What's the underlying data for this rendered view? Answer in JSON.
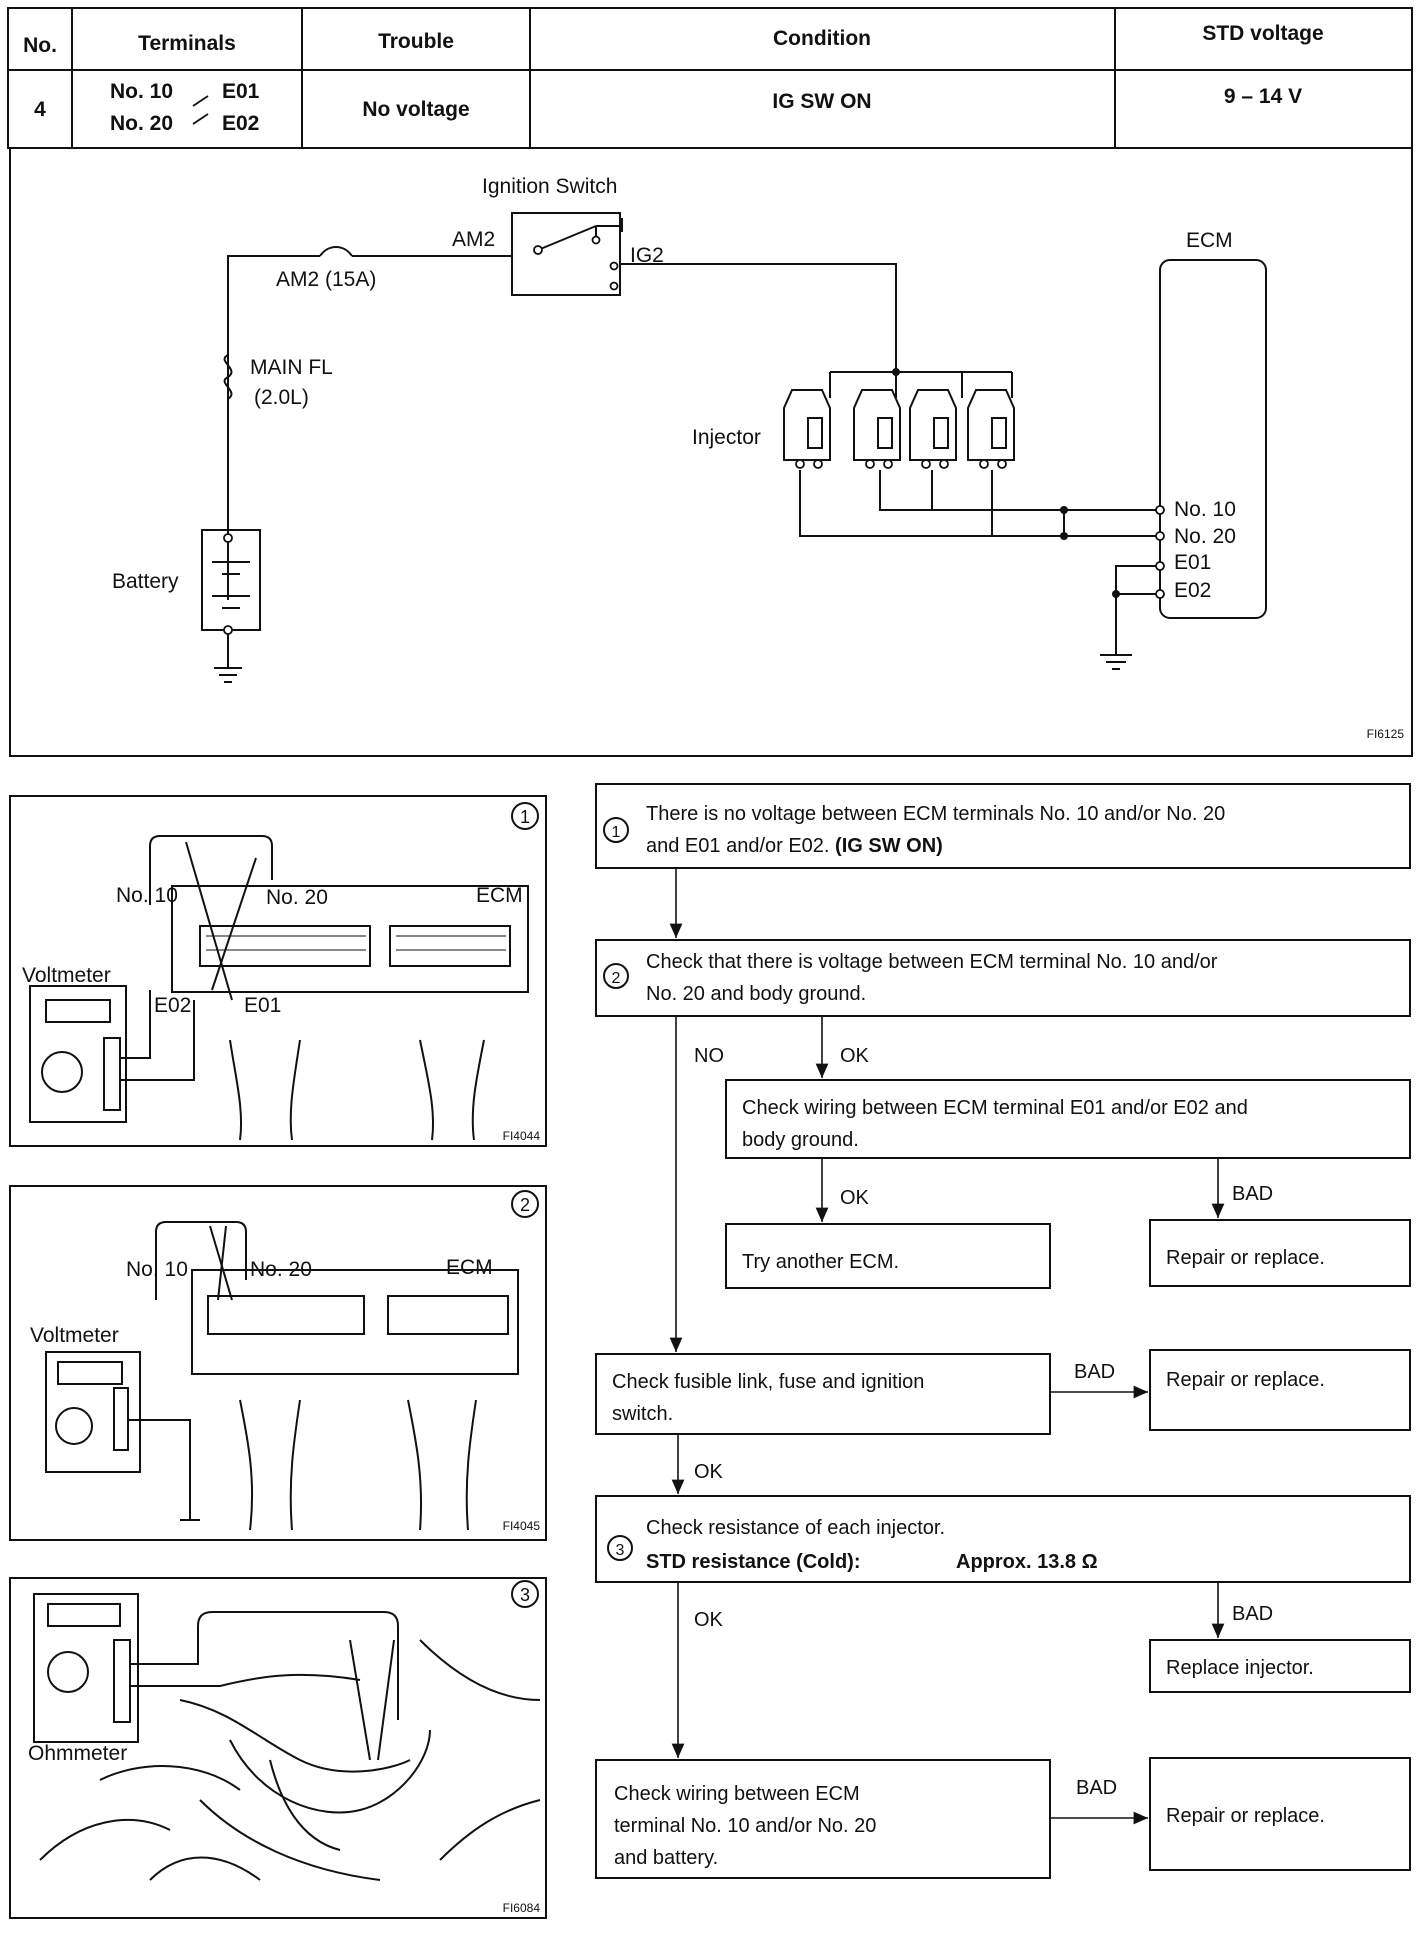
{
  "table": {
    "headers": {
      "no": "No.",
      "terminals": "Terminals",
      "trouble": "Trouble",
      "condition": "Condition",
      "std_voltage": "STD voltage"
    },
    "row": {
      "no": "4",
      "term_a1": "No. 10",
      "term_a2": "No. 20",
      "term_b1": "E01",
      "term_b2": "E02",
      "trouble": "No voltage",
      "condition": "IG SW ON",
      "std_voltage": "9 – 14 V"
    }
  },
  "wiring": {
    "ignition_switch": "Ignition Switch",
    "am2": "AM2",
    "ig2": "IG2",
    "fuse": "AM2 (15A)",
    "main_fl": "MAIN FL",
    "main_fl_size": "(2.0L)",
    "battery": "Battery",
    "injector": "Injector",
    "ecm": "ECM",
    "no10": "No. 10",
    "no20": "No. 20",
    "e01": "E01",
    "e02": "E02",
    "fig": "FI6125"
  },
  "figures": {
    "f1": {
      "num": "1",
      "no10": "No. 10",
      "no20": "No. 20",
      "ecm": "ECM",
      "meter": "Voltmeter",
      "e02": "E02",
      "e01": "E01",
      "fig": "FI4044"
    },
    "f2": {
      "num": "2",
      "no10": "No. 10",
      "no20": "No. 20",
      "ecm": "ECM",
      "meter": "Voltmeter",
      "fig": "FI4045"
    },
    "f3": {
      "num": "3",
      "meter": "Ohmmeter",
      "fig": "FI6084"
    }
  },
  "flow": {
    "s1_num": "1",
    "s1_l1": "There is no voltage between ECM terminals No. 10 and/or No. 20",
    "s1_l2a": "and E01 and/or E02. ",
    "s1_l2b": "(IG SW ON)",
    "s2_num": "2",
    "s2_l1": "Check that there is voltage between ECM terminal No. 10 and/or",
    "s2_l2": "No. 20 and body ground.",
    "no": "NO",
    "ok": "OK",
    "bad": "BAD",
    "wire_l1": "Check wiring between ECM terminal E01 and/or E02 and",
    "wire_l2": "body ground.",
    "try_ecm": "Try another ECM.",
    "repair": "Repair or replace.",
    "fuse_l1": "Check fusible link, fuse and ignition",
    "fuse_l2": "switch.",
    "s3_num": "3",
    "s3_l1": "Check resistance of each injector.",
    "s3_l2a": "STD resistance (Cold):",
    "s3_l2b": "Approx. 13.8 Ω",
    "replace_inj": "Replace injector.",
    "batt_l1": "Check wiring between ECM",
    "batt_l2": "terminal No. 10 and/or No. 20",
    "batt_l3": "and battery."
  }
}
